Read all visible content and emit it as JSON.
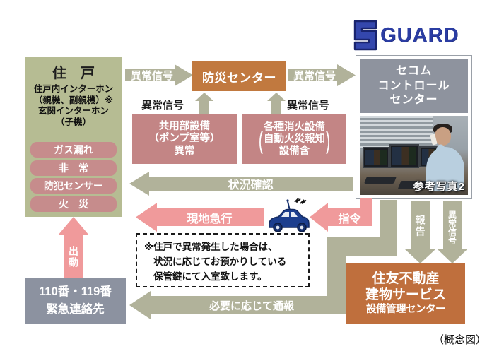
{
  "logo": {
    "mark": "S",
    "text": "GUARD",
    "color": "#2b3da3"
  },
  "residence": {
    "title": "住　戸",
    "device_lines": [
      "住戸内インターホン",
      "（親機、副親機）※",
      "玄関インターホン",
      "（子機）"
    ],
    "alarms": [
      "ガス漏れ",
      "非　常",
      "防犯センサー",
      "火　災"
    ]
  },
  "disaster_center": {
    "label": "防災センター"
  },
  "secom_center": {
    "title_lines": [
      "セコム",
      "コントロール",
      "センター"
    ],
    "photo_caption": "参考写真2"
  },
  "common_equipment": {
    "lines": [
      "共用部設備",
      "（ポンプ室等）",
      "異常"
    ]
  },
  "fire_equipment": {
    "line1": "各種消火設備",
    "paren_open": "（",
    "inner_lines": [
      "自動火災報知",
      "設備含"
    ],
    "paren_close": "）"
  },
  "arrows": {
    "abnormal_signal_residence": "異常信号",
    "abnormal_signal_to_secom": "異常信号",
    "abnormal_signal_common": "異常信号",
    "abnormal_signal_fire": "異常信号",
    "status_check": "状況確認",
    "rush_to_site": "現地急行",
    "command": "指令",
    "dispatch": "出動",
    "report": "報告",
    "abnormal_signal_down": "異常信号",
    "notify_as_needed": "必要に応じて通報"
  },
  "emergency_contact": {
    "lines": [
      "110番・119番",
      "緊急連絡先"
    ]
  },
  "note": {
    "lines": [
      "※住戸で異常発生した場合は、",
      "状況に応じてお預かりしている",
      "保管鍵にて入室致します。"
    ]
  },
  "sumitomo_center": {
    "lines": [
      "住友不動産",
      "建物サービス",
      "設備管理センター"
    ]
  },
  "figure_caption": "（概念図）",
  "colors": {
    "green_box": "#b6bc93",
    "rose_chip": "#c68c8c",
    "rose_box": "#c38585",
    "terracotta": "#c1793f",
    "terracotta_dark": "#bf6f3d",
    "gray_arrow": "#b1b29a",
    "pink_arrow": "#f09a9b",
    "slate_box": "#8c92a0",
    "logo_blue": "#2b3da3"
  }
}
